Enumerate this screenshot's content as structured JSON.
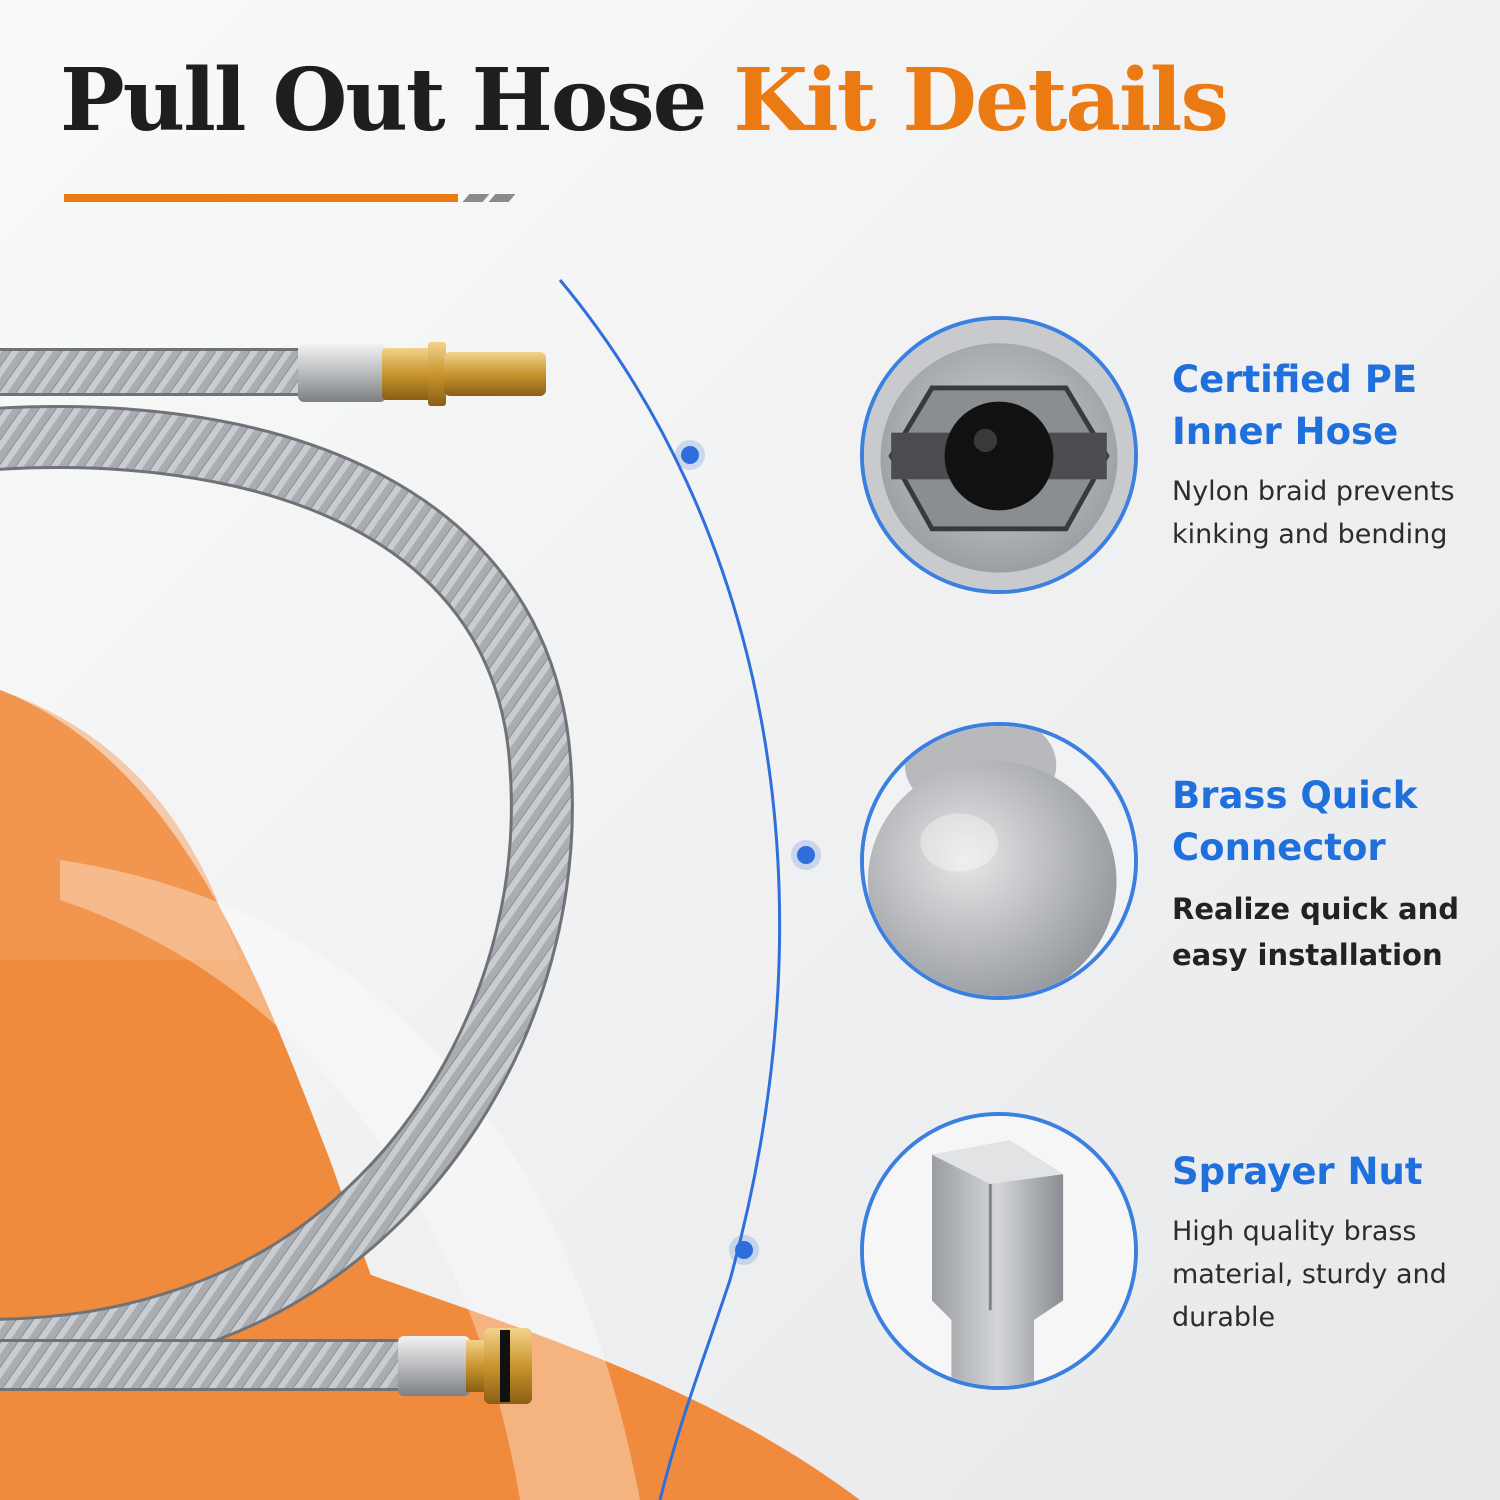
{
  "title": {
    "part1": "Pull Out Hose",
    "part2": "Kit Details"
  },
  "features": [
    {
      "heading": "Certified PE\nInner Hose",
      "description": "Nylon braid prevents\nkinking and bending"
    },
    {
      "heading": "Brass Quick\nConnector",
      "description": "Realize quick and\neasy installation"
    },
    {
      "heading": "Sprayer Nut",
      "description": "High quality brass\nmaterial, sturdy and\ndurable"
    }
  ],
  "colors": {
    "accent_orange": "#ec7a12",
    "accent_blue": "#1f6fdc",
    "dark_text": "#1e1e1e"
  },
  "icons": [
    "hose-end-detail-icon",
    "ball-connector-detail-icon",
    "hex-nut-detail-icon"
  ]
}
